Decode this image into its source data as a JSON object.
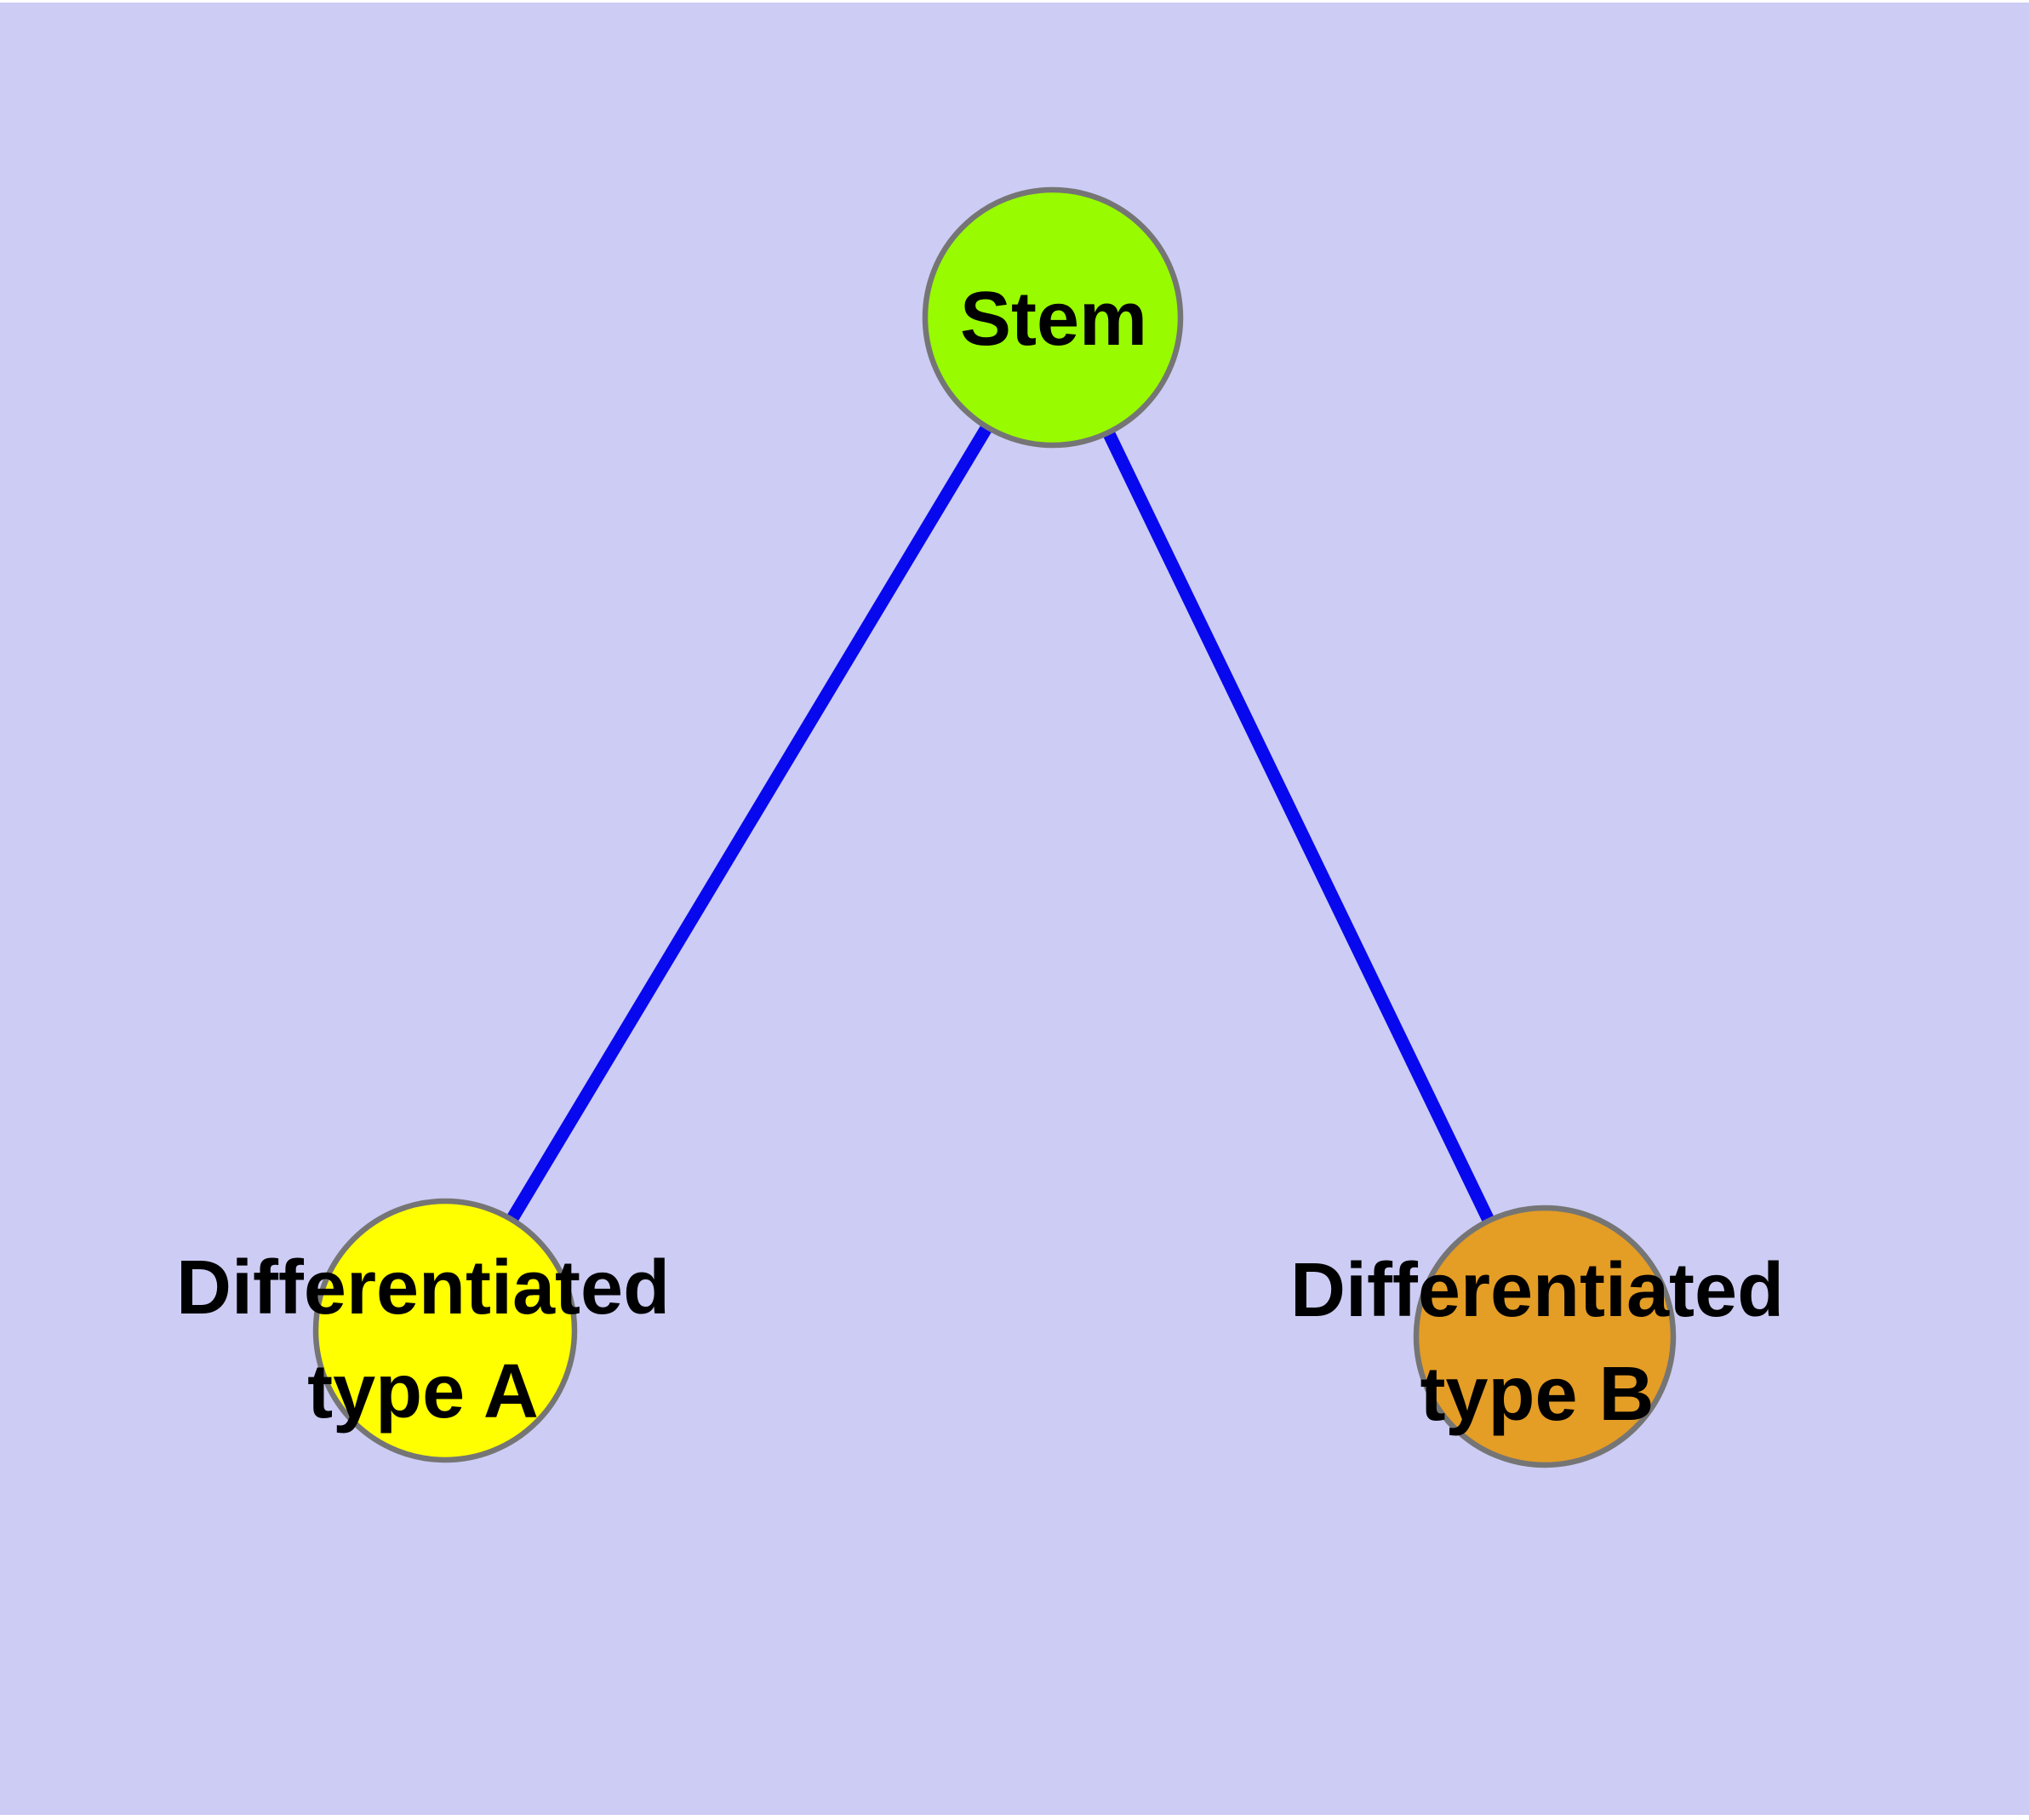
{
  "figure": {
    "page_color": "#FFFFFF",
    "background_color": "#CCCCF4"
  },
  "graph": {
    "type": "node-link-diagram",
    "edge_color": "#0808EE",
    "node_border_color": "#757575",
    "label_color": "#000000",
    "nodes": [
      {
        "id": "stem",
        "label_lines": [
          "Stem"
        ],
        "fill": "#98FB00"
      },
      {
        "id": "type-a",
        "label_lines": [
          "Differentiated",
          "type A"
        ],
        "fill": "#FFFF00"
      },
      {
        "id": "type-b",
        "label_lines": [
          "Differentiated",
          "type B"
        ],
        "fill": "#E49D25"
      }
    ],
    "edges": [
      {
        "from": "stem",
        "to": "type-a"
      },
      {
        "from": "stem",
        "to": "type-b"
      }
    ]
  }
}
